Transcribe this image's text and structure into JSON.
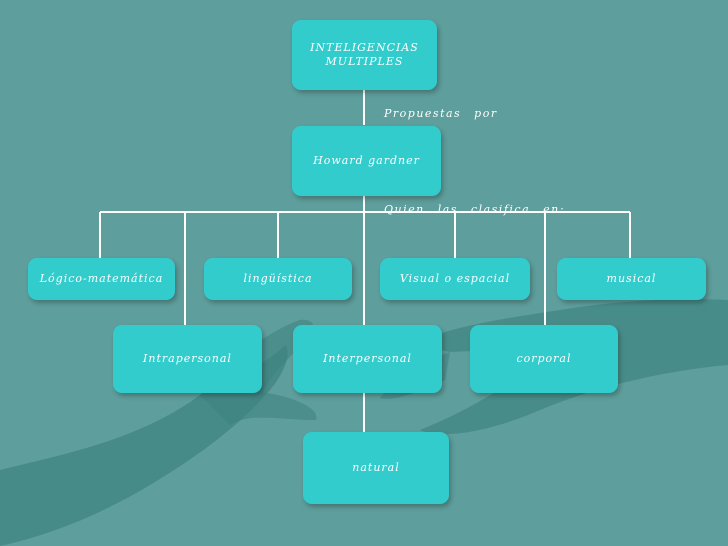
{
  "colors": {
    "background": "#5e9e9c",
    "node_fill": "#33cccc",
    "text": "#ffffff",
    "line": "#ffffff"
  },
  "nodes": {
    "root": "INTELIGENCIAS\nMULTIPLES",
    "author": "Howard gardner",
    "logico": "Lógico-matemática",
    "linguistica": "lingüística",
    "visual": "Visual o espacial",
    "musical": "musical",
    "intrapersonal": "Intrapersonal",
    "interpersonal": "Interpersonal",
    "corporal": "corporal",
    "natural": "natural"
  },
  "connectors": {
    "proposed_by": "Propuestas por",
    "classified_in": "Quien las clasifica en:"
  }
}
